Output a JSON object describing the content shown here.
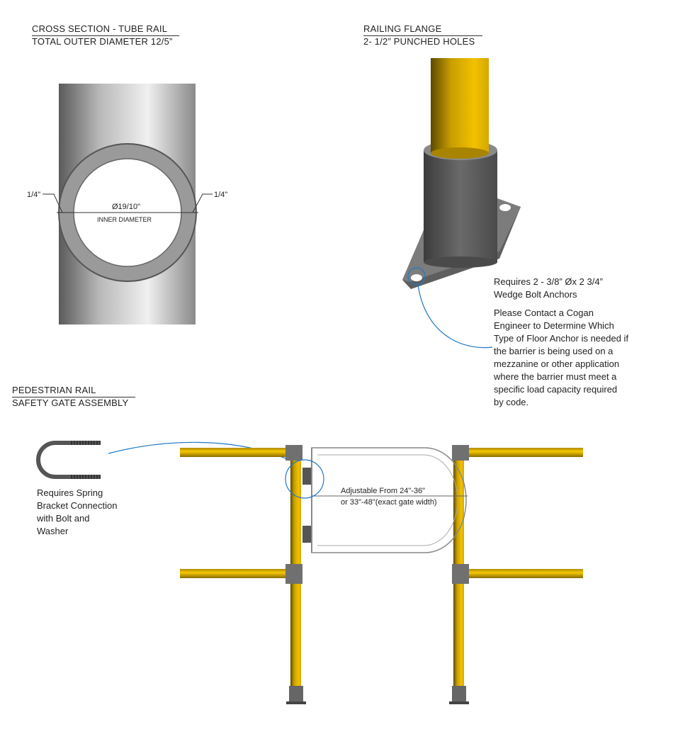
{
  "cross_section": {
    "title": "CROSS SECTION - TUBE RAIL",
    "subtitle": "TOTAL OUTER DIAMETER 12/5”",
    "left_thickness": "1/4\"",
    "right_thickness": "1/4\"",
    "inner_diameter_value": "Ø19/10\"",
    "inner_diameter_label": "INNER DIAMETER"
  },
  "flange": {
    "title": "RAILING FLANGE",
    "subtitle": "2- 1/2” PUNCHED HOLES",
    "anchor_note_1": "Requires 2 - 3/8” Øx 2 3/4”",
    "anchor_note_2": "Wedge Bolt Anchors",
    "contact_note": [
      "Please Contact a Cogan",
      "Engineer to Determine Which",
      "Type of Floor Anchor is needed if",
      "the barrier is being used on a",
      "mezzanine or other application",
      "where the barrier must meet a",
      "specific load capacity required",
      "by code."
    ]
  },
  "gate": {
    "title": "PEDESTRIAN RAIL",
    "subtitle": "SAFETY GATE ASSEMBLY",
    "bracket_note": [
      "Requires Spring",
      "Bracket Connection",
      "with Bolt and",
      "Washer"
    ],
    "width_note_1": "Adjustable From 24\"-36\"",
    "width_note_2": "or 33\"-48\"(exact gate width)"
  },
  "colors": {
    "rail_yellow": "#e8b800",
    "callout_blue": "#1f78c8",
    "fitting_gray": "#6e6e6e"
  }
}
